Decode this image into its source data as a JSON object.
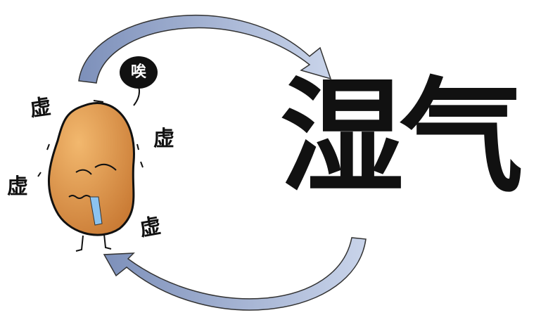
{
  "illustration": {
    "title": "湿气",
    "speech_bubble": "唉",
    "labels": [
      "虚",
      "虚",
      "虚",
      "虚"
    ],
    "colors": {
      "bean": "#d98f45",
      "arrow": "#8fa3c8",
      "text": "#111111",
      "drool": "#8cc3ef"
    }
  }
}
